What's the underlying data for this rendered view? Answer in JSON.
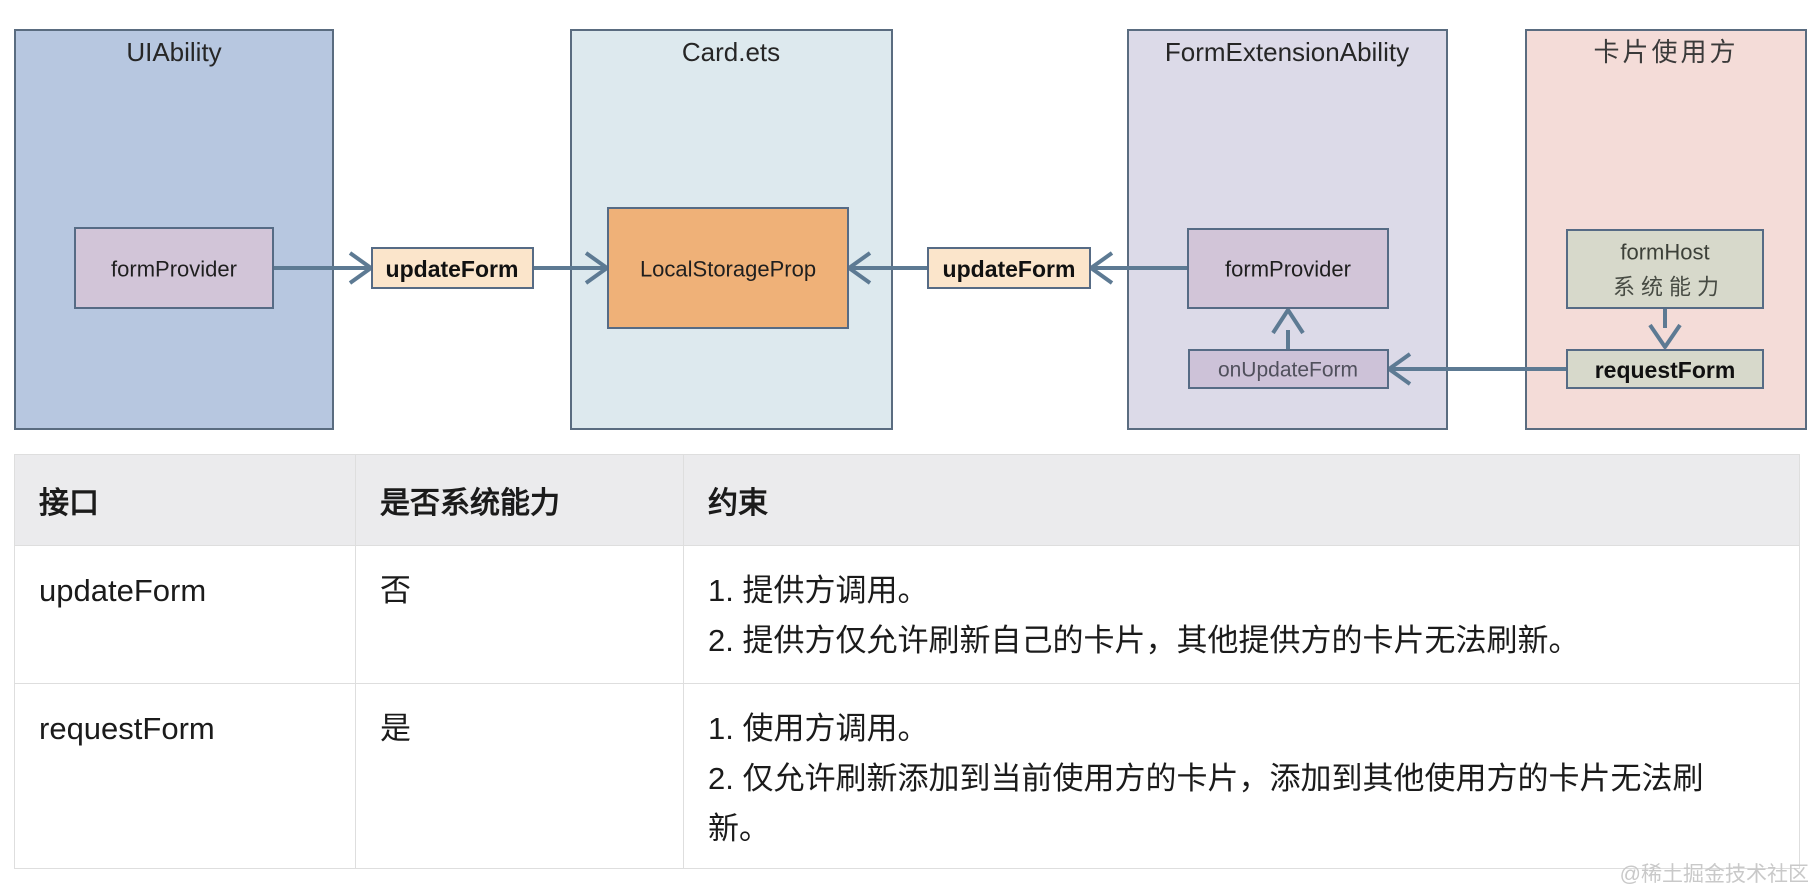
{
  "diagram": {
    "containers": [
      {
        "title": "UIAbility"
      },
      {
        "title": "Card.ets"
      },
      {
        "title": "FormExtensionAbility"
      },
      {
        "title": "卡片使用方"
      }
    ],
    "nodes": {
      "form_provider_ui": "formProvider",
      "update_form_left": "updateForm",
      "local_storage_prop": "LocalStorageProp",
      "update_form_right": "updateForm",
      "form_provider_fea": "formProvider",
      "on_update_form": "onUpdateForm",
      "form_host_line1": "formHost",
      "form_host_line2": "系统能力",
      "request_form": "requestForm"
    },
    "colors": {
      "uiability_fill": "#b7c7e0",
      "cardets_fill": "#dde9ee",
      "fea_fill": "#dcdae8",
      "consumer_fill": "#f4dcd8",
      "form_provider_fill": "#d2c5d8",
      "update_form_fill": "#fbe5cb",
      "local_storage_fill": "#efb178",
      "on_update_form_fill": "#cdc2d8",
      "form_host_fill": "#d7d9cb",
      "request_form_fill": "#d7d9cb",
      "arrow": "#5d7a93",
      "container_border": "#5a6c80",
      "node_border": "#566b85",
      "table_header_bg": "#ebebed",
      "watermark_text": "#c9c9c9"
    }
  },
  "table": {
    "headers": [
      "接口",
      "是否系统能力",
      "约束"
    ],
    "rows": [
      {
        "api": "updateForm",
        "system": "否",
        "constraints": [
          "1. 提供方调用。",
          "2. 提供方仅允许刷新自己的卡片，其他提供方的卡片无法刷新。"
        ]
      },
      {
        "api": "requestForm",
        "system": "是",
        "constraints": [
          "1. 使用方调用。",
          "2. 仅允许刷新添加到当前使用方的卡片，添加到其他使用方的卡片无法刷新。"
        ]
      }
    ]
  },
  "watermark": "@稀土掘金技术社区"
}
